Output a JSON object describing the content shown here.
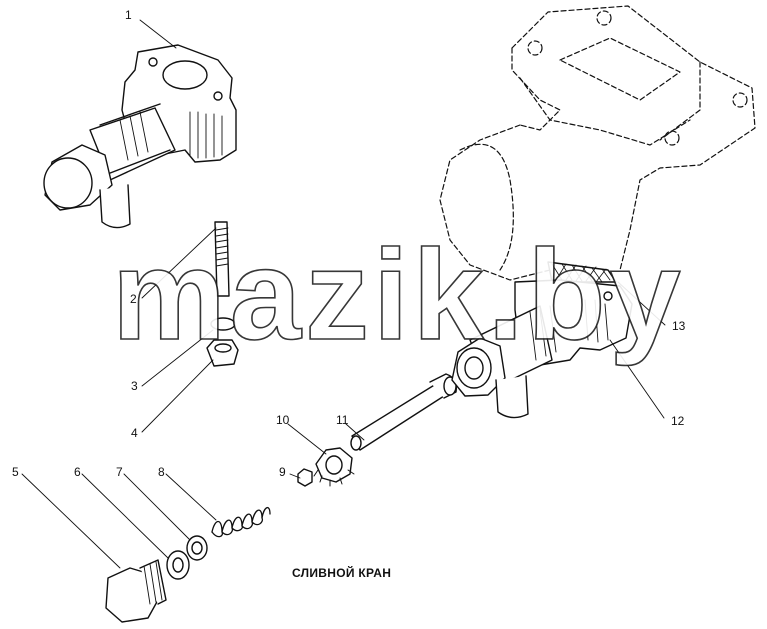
{
  "caption": "СЛИВНОЙ КРАН",
  "watermark": "mazik.by",
  "callouts": [
    {
      "id": "1",
      "label": "1"
    },
    {
      "id": "2",
      "label": "2"
    },
    {
      "id": "3",
      "label": "3"
    },
    {
      "id": "4",
      "label": "4"
    },
    {
      "id": "5",
      "label": "5"
    },
    {
      "id": "6",
      "label": "6"
    },
    {
      "id": "7",
      "label": "7"
    },
    {
      "id": "8",
      "label": "8"
    },
    {
      "id": "9",
      "label": "9"
    },
    {
      "id": "10",
      "label": "10"
    },
    {
      "id": "11",
      "label": "11"
    },
    {
      "id": "12",
      "label": "12"
    },
    {
      "id": "13",
      "label": "13"
    }
  ],
  "colors": {
    "ink": "#111111",
    "paper": "#ffffff"
  }
}
